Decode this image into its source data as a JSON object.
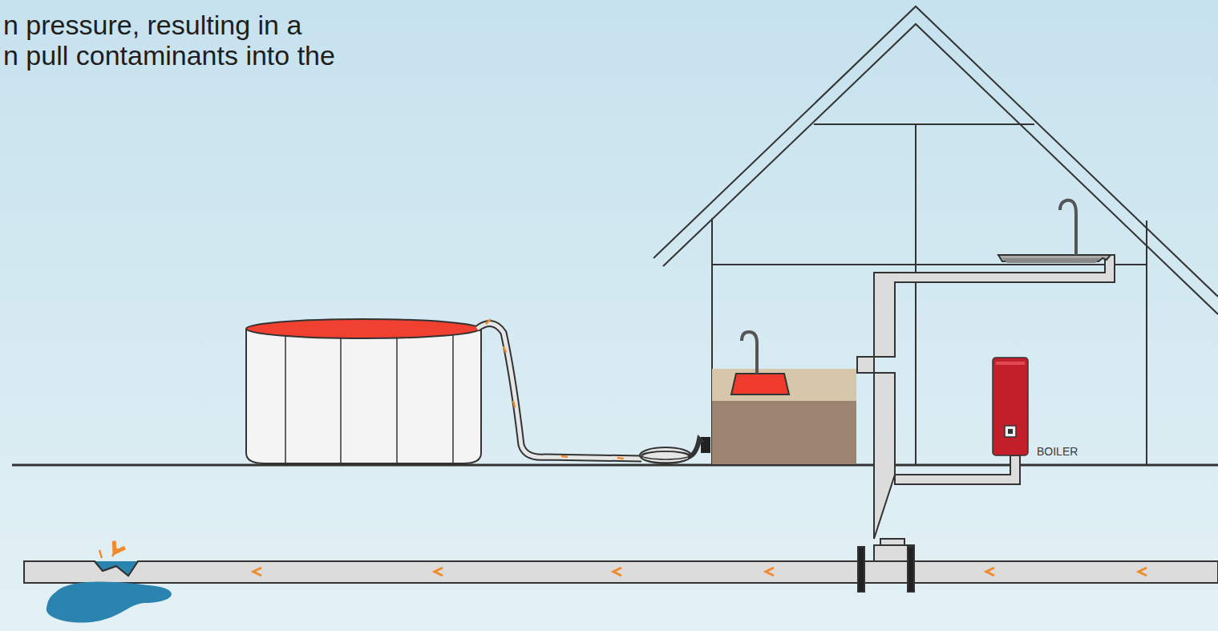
{
  "diagram": {
    "nodes": [
      {
        "text": [
          "BOILER"
        ]
      }
    ],
    "labels": [
      "n pressure, resulting in a",
      "n pull contaminants into the"
    ]
  }
}
